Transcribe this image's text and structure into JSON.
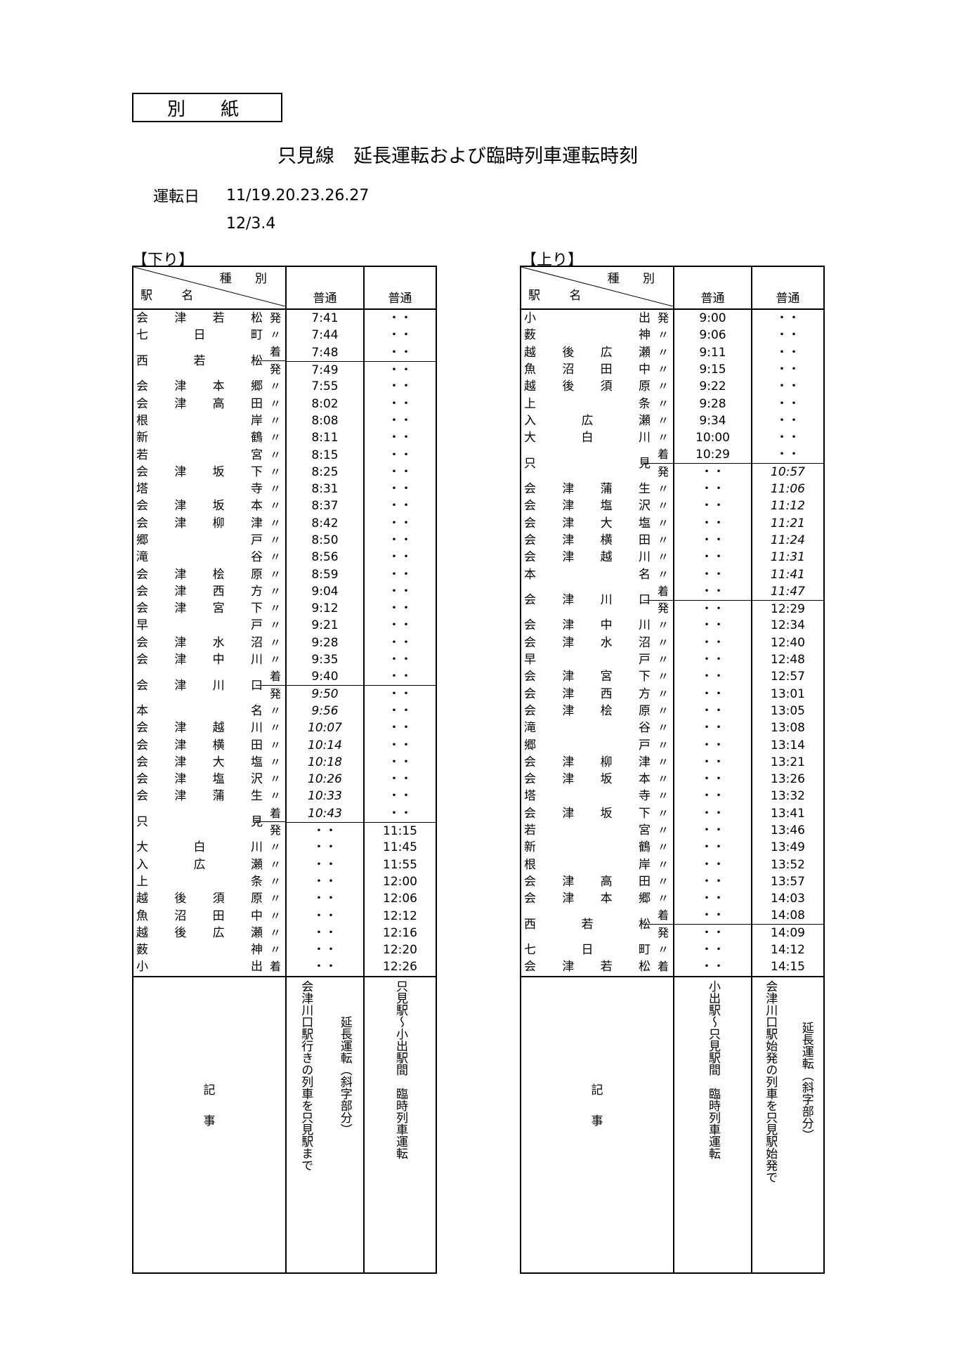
{
  "doc": {
    "attachment": "別　紙",
    "title": "只見線　延長運転および臨時列車運転時刻",
    "dates_label": "運転日",
    "dates_line1": "11/19.20.23.26.27",
    "dates_line2": "12/3.4"
  },
  "down": {
    "section": "【下り】",
    "header_type": "種 別",
    "header_name": "駅 名",
    "col1": "普通",
    "col2": "普通",
    "rows": [
      {
        "n": [
          "会",
          "津",
          "若",
          "松"
        ],
        "m": "発",
        "a": "7:41",
        "b": "・・"
      },
      {
        "n": [
          "七",
          "日",
          "町"
        ],
        "m": "〃",
        "a": "7:44",
        "b": "・・"
      },
      {
        "n": [
          "西",
          "若",
          "松"
        ],
        "m1": "着",
        "m2": "発",
        "a1": "7:48",
        "a2": "7:49",
        "b1": "・・",
        "b2": "・・"
      },
      {
        "n": [
          "会",
          "津",
          "本",
          "郷"
        ],
        "m": "〃",
        "a": "7:55",
        "b": "・・"
      },
      {
        "n": [
          "会",
          "津",
          "高",
          "田"
        ],
        "m": "〃",
        "a": "8:02",
        "b": "・・"
      },
      {
        "n": [
          "根",
          "岸"
        ],
        "m": "〃",
        "a": "8:08",
        "b": "・・"
      },
      {
        "n": [
          "新",
          "鶴"
        ],
        "m": "〃",
        "a": "8:11",
        "b": "・・"
      },
      {
        "n": [
          "若",
          "宮"
        ],
        "m": "〃",
        "a": "8:15",
        "b": "・・"
      },
      {
        "n": [
          "会",
          "津",
          "坂",
          "下"
        ],
        "m": "〃",
        "a": "8:25",
        "b": "・・"
      },
      {
        "n": [
          "塔",
          "寺"
        ],
        "m": "〃",
        "a": "8:31",
        "b": "・・"
      },
      {
        "n": [
          "会",
          "津",
          "坂",
          "本"
        ],
        "m": "〃",
        "a": "8:37",
        "b": "・・"
      },
      {
        "n": [
          "会",
          "津",
          "柳",
          "津"
        ],
        "m": "〃",
        "a": "8:42",
        "b": "・・"
      },
      {
        "n": [
          "郷",
          "戸"
        ],
        "m": "〃",
        "a": "8:50",
        "b": "・・"
      },
      {
        "n": [
          "滝",
          "谷"
        ],
        "m": "〃",
        "a": "8:56",
        "b": "・・"
      },
      {
        "n": [
          "会",
          "津",
          "桧",
          "原"
        ],
        "m": "〃",
        "a": "8:59",
        "b": "・・"
      },
      {
        "n": [
          "会",
          "津",
          "西",
          "方"
        ],
        "m": "〃",
        "a": "9:04",
        "b": "・・"
      },
      {
        "n": [
          "会",
          "津",
          "宮",
          "下"
        ],
        "m": "〃",
        "a": "9:12",
        "b": "・・"
      },
      {
        "n": [
          "早",
          "戸"
        ],
        "m": "〃",
        "a": "9:21",
        "b": "・・"
      },
      {
        "n": [
          "会",
          "津",
          "水",
          "沼"
        ],
        "m": "〃",
        "a": "9:28",
        "b": "・・"
      },
      {
        "n": [
          "会",
          "津",
          "中",
          "川"
        ],
        "m": "〃",
        "a": "9:35",
        "b": "・・"
      },
      {
        "n": [
          "会",
          "津",
          "川",
          "口"
        ],
        "m1": "着",
        "m2": "発",
        "a1": "9:40",
        "a2": "9:50",
        "b1": "・・",
        "b2": "・・",
        "it2": true
      },
      {
        "n": [
          "本",
          "名"
        ],
        "m": "〃",
        "a": "9:56",
        "b": "・・",
        "it": true
      },
      {
        "n": [
          "会",
          "津",
          "越",
          "川"
        ],
        "m": "〃",
        "a": "10:07",
        "b": "・・",
        "it": true
      },
      {
        "n": [
          "会",
          "津",
          "横",
          "田"
        ],
        "m": "〃",
        "a": "10:14",
        "b": "・・",
        "it": true
      },
      {
        "n": [
          "会",
          "津",
          "大",
          "塩"
        ],
        "m": "〃",
        "a": "10:18",
        "b": "・・",
        "it": true
      },
      {
        "n": [
          "会",
          "津",
          "塩",
          "沢"
        ],
        "m": "〃",
        "a": "10:26",
        "b": "・・",
        "it": true
      },
      {
        "n": [
          "会",
          "津",
          "蒲",
          "生"
        ],
        "m": "〃",
        "a": "10:33",
        "b": "・・",
        "it": true
      },
      {
        "n": [
          "只",
          "見"
        ],
        "m1": "着",
        "m2": "発",
        "a1": "10:43",
        "a2": "・・",
        "b1": "・・",
        "b2": "11:15",
        "it1": true
      },
      {
        "n": [
          "大",
          "白",
          "川"
        ],
        "m": "〃",
        "a": "・・",
        "b": "11:45"
      },
      {
        "n": [
          "入",
          "広",
          "瀬"
        ],
        "m": "〃",
        "a": "・・",
        "b": "11:55"
      },
      {
        "n": [
          "上",
          "条"
        ],
        "m": "〃",
        "a": "・・",
        "b": "12:00"
      },
      {
        "n": [
          "越",
          "後",
          "須",
          "原"
        ],
        "m": "〃",
        "a": "・・",
        "b": "12:06"
      },
      {
        "n": [
          "魚",
          "沼",
          "田",
          "中"
        ],
        "m": "〃",
        "a": "・・",
        "b": "12:12"
      },
      {
        "n": [
          "越",
          "後",
          "広",
          "瀬"
        ],
        "m": "〃",
        "a": "・・",
        "b": "12:16"
      },
      {
        "n": [
          "薮",
          "神"
        ],
        "m": "〃",
        "a": "・・",
        "b": "12:20"
      },
      {
        "n": [
          "小",
          "出"
        ],
        "m": "着",
        "a": "・・",
        "b": "12:26"
      }
    ],
    "remarks_label": [
      "記",
      "事"
    ],
    "remark1": [
      "延長運転（斜字部分）",
      "会津川口駅行きの列車を只見駅まで"
    ],
    "remark2": [
      "只見駅～小出駅間　臨時列車運転"
    ]
  },
  "up": {
    "section": "【上り】",
    "header_type": "種 別",
    "header_name": "駅 名",
    "col1": "普通",
    "col2": "普通",
    "rows": [
      {
        "n": [
          "小",
          "出"
        ],
        "m": "発",
        "a": "9:00",
        "b": "・・"
      },
      {
        "n": [
          "薮",
          "神"
        ],
        "m": "〃",
        "a": "9:06",
        "b": "・・"
      },
      {
        "n": [
          "越",
          "後",
          "広",
          "瀬"
        ],
        "m": "〃",
        "a": "9:11",
        "b": "・・"
      },
      {
        "n": [
          "魚",
          "沼",
          "田",
          "中"
        ],
        "m": "〃",
        "a": "9:15",
        "b": "・・"
      },
      {
        "n": [
          "越",
          "後",
          "須",
          "原"
        ],
        "m": "〃",
        "a": "9:22",
        "b": "・・"
      },
      {
        "n": [
          "上",
          "条"
        ],
        "m": "〃",
        "a": "9:28",
        "b": "・・"
      },
      {
        "n": [
          "入",
          "広",
          "瀬"
        ],
        "m": "〃",
        "a": "9:34",
        "b": "・・"
      },
      {
        "n": [
          "大",
          "白",
          "川"
        ],
        "m": "〃",
        "a": "10:00",
        "b": "・・"
      },
      {
        "n": [
          "只",
          "見"
        ],
        "m1": "着",
        "m2": "発",
        "a1": "10:29",
        "a2": "・・",
        "b1": "・・",
        "b2": "10:57",
        "bit2": true
      },
      {
        "n": [
          "会",
          "津",
          "蒲",
          "生"
        ],
        "m": "〃",
        "a": "・・",
        "b": "11:06",
        "bit": true
      },
      {
        "n": [
          "会",
          "津",
          "塩",
          "沢"
        ],
        "m": "〃",
        "a": "・・",
        "b": "11:12",
        "bit": true
      },
      {
        "n": [
          "会",
          "津",
          "大",
          "塩"
        ],
        "m": "〃",
        "a": "・・",
        "b": "11:21",
        "bit": true
      },
      {
        "n": [
          "会",
          "津",
          "横",
          "田"
        ],
        "m": "〃",
        "a": "・・",
        "b": "11:24",
        "bit": true
      },
      {
        "n": [
          "会",
          "津",
          "越",
          "川"
        ],
        "m": "〃",
        "a": "・・",
        "b": "11:31",
        "bit": true
      },
      {
        "n": [
          "本",
          "名"
        ],
        "m": "〃",
        "a": "・・",
        "b": "11:41",
        "bit": true
      },
      {
        "n": [
          "会",
          "津",
          "川",
          "口"
        ],
        "m1": "着",
        "m2": "発",
        "a1": "・・",
        "a2": "・・",
        "b1": "11:47",
        "b2": "12:29",
        "bit1": true
      },
      {
        "n": [
          "会",
          "津",
          "中",
          "川"
        ],
        "m": "〃",
        "a": "・・",
        "b": "12:34"
      },
      {
        "n": [
          "会",
          "津",
          "水",
          "沼"
        ],
        "m": "〃",
        "a": "・・",
        "b": "12:40"
      },
      {
        "n": [
          "早",
          "戸"
        ],
        "m": "〃",
        "a": "・・",
        "b": "12:48"
      },
      {
        "n": [
          "会",
          "津",
          "宮",
          "下"
        ],
        "m": "〃",
        "a": "・・",
        "b": "12:57"
      },
      {
        "n": [
          "会",
          "津",
          "西",
          "方"
        ],
        "m": "〃",
        "a": "・・",
        "b": "13:01"
      },
      {
        "n": [
          "会",
          "津",
          "桧",
          "原"
        ],
        "m": "〃",
        "a": "・・",
        "b": "13:05"
      },
      {
        "n": [
          "滝",
          "谷"
        ],
        "m": "〃",
        "a": "・・",
        "b": "13:08"
      },
      {
        "n": [
          "郷",
          "戸"
        ],
        "m": "〃",
        "a": "・・",
        "b": "13:14"
      },
      {
        "n": [
          "会",
          "津",
          "柳",
          "津"
        ],
        "m": "〃",
        "a": "・・",
        "b": "13:21"
      },
      {
        "n": [
          "会",
          "津",
          "坂",
          "本"
        ],
        "m": "〃",
        "a": "・・",
        "b": "13:26"
      },
      {
        "n": [
          "塔",
          "寺"
        ],
        "m": "〃",
        "a": "・・",
        "b": "13:32"
      },
      {
        "n": [
          "会",
          "津",
          "坂",
          "下"
        ],
        "m": "〃",
        "a": "・・",
        "b": "13:41"
      },
      {
        "n": [
          "若",
          "宮"
        ],
        "m": "〃",
        "a": "・・",
        "b": "13:46"
      },
      {
        "n": [
          "新",
          "鶴"
        ],
        "m": "〃",
        "a": "・・",
        "b": "13:49"
      },
      {
        "n": [
          "根",
          "岸"
        ],
        "m": "〃",
        "a": "・・",
        "b": "13:52"
      },
      {
        "n": [
          "会",
          "津",
          "高",
          "田"
        ],
        "m": "〃",
        "a": "・・",
        "b": "13:57"
      },
      {
        "n": [
          "会",
          "津",
          "本",
          "郷"
        ],
        "m": "〃",
        "a": "・・",
        "b": "14:03"
      },
      {
        "n": [
          "西",
          "若",
          "松"
        ],
        "m1": "着",
        "m2": "発",
        "a1": "・・",
        "a2": "・・",
        "b1": "14:08",
        "b2": "14:09"
      },
      {
        "n": [
          "七",
          "日",
          "町"
        ],
        "m": "〃",
        "a": "・・",
        "b": "14:12"
      },
      {
        "n": [
          "会",
          "津",
          "若",
          "松"
        ],
        "m": "着",
        "a": "・・",
        "b": "14:15"
      }
    ],
    "remarks_label": [
      "記",
      "事"
    ],
    "remark1": [
      "小出駅～只見駅間　臨時列車運転"
    ],
    "remark2": [
      "延長運転（斜字部分）",
      "会津川口駅始発の列車を只見駅始発で"
    ]
  }
}
